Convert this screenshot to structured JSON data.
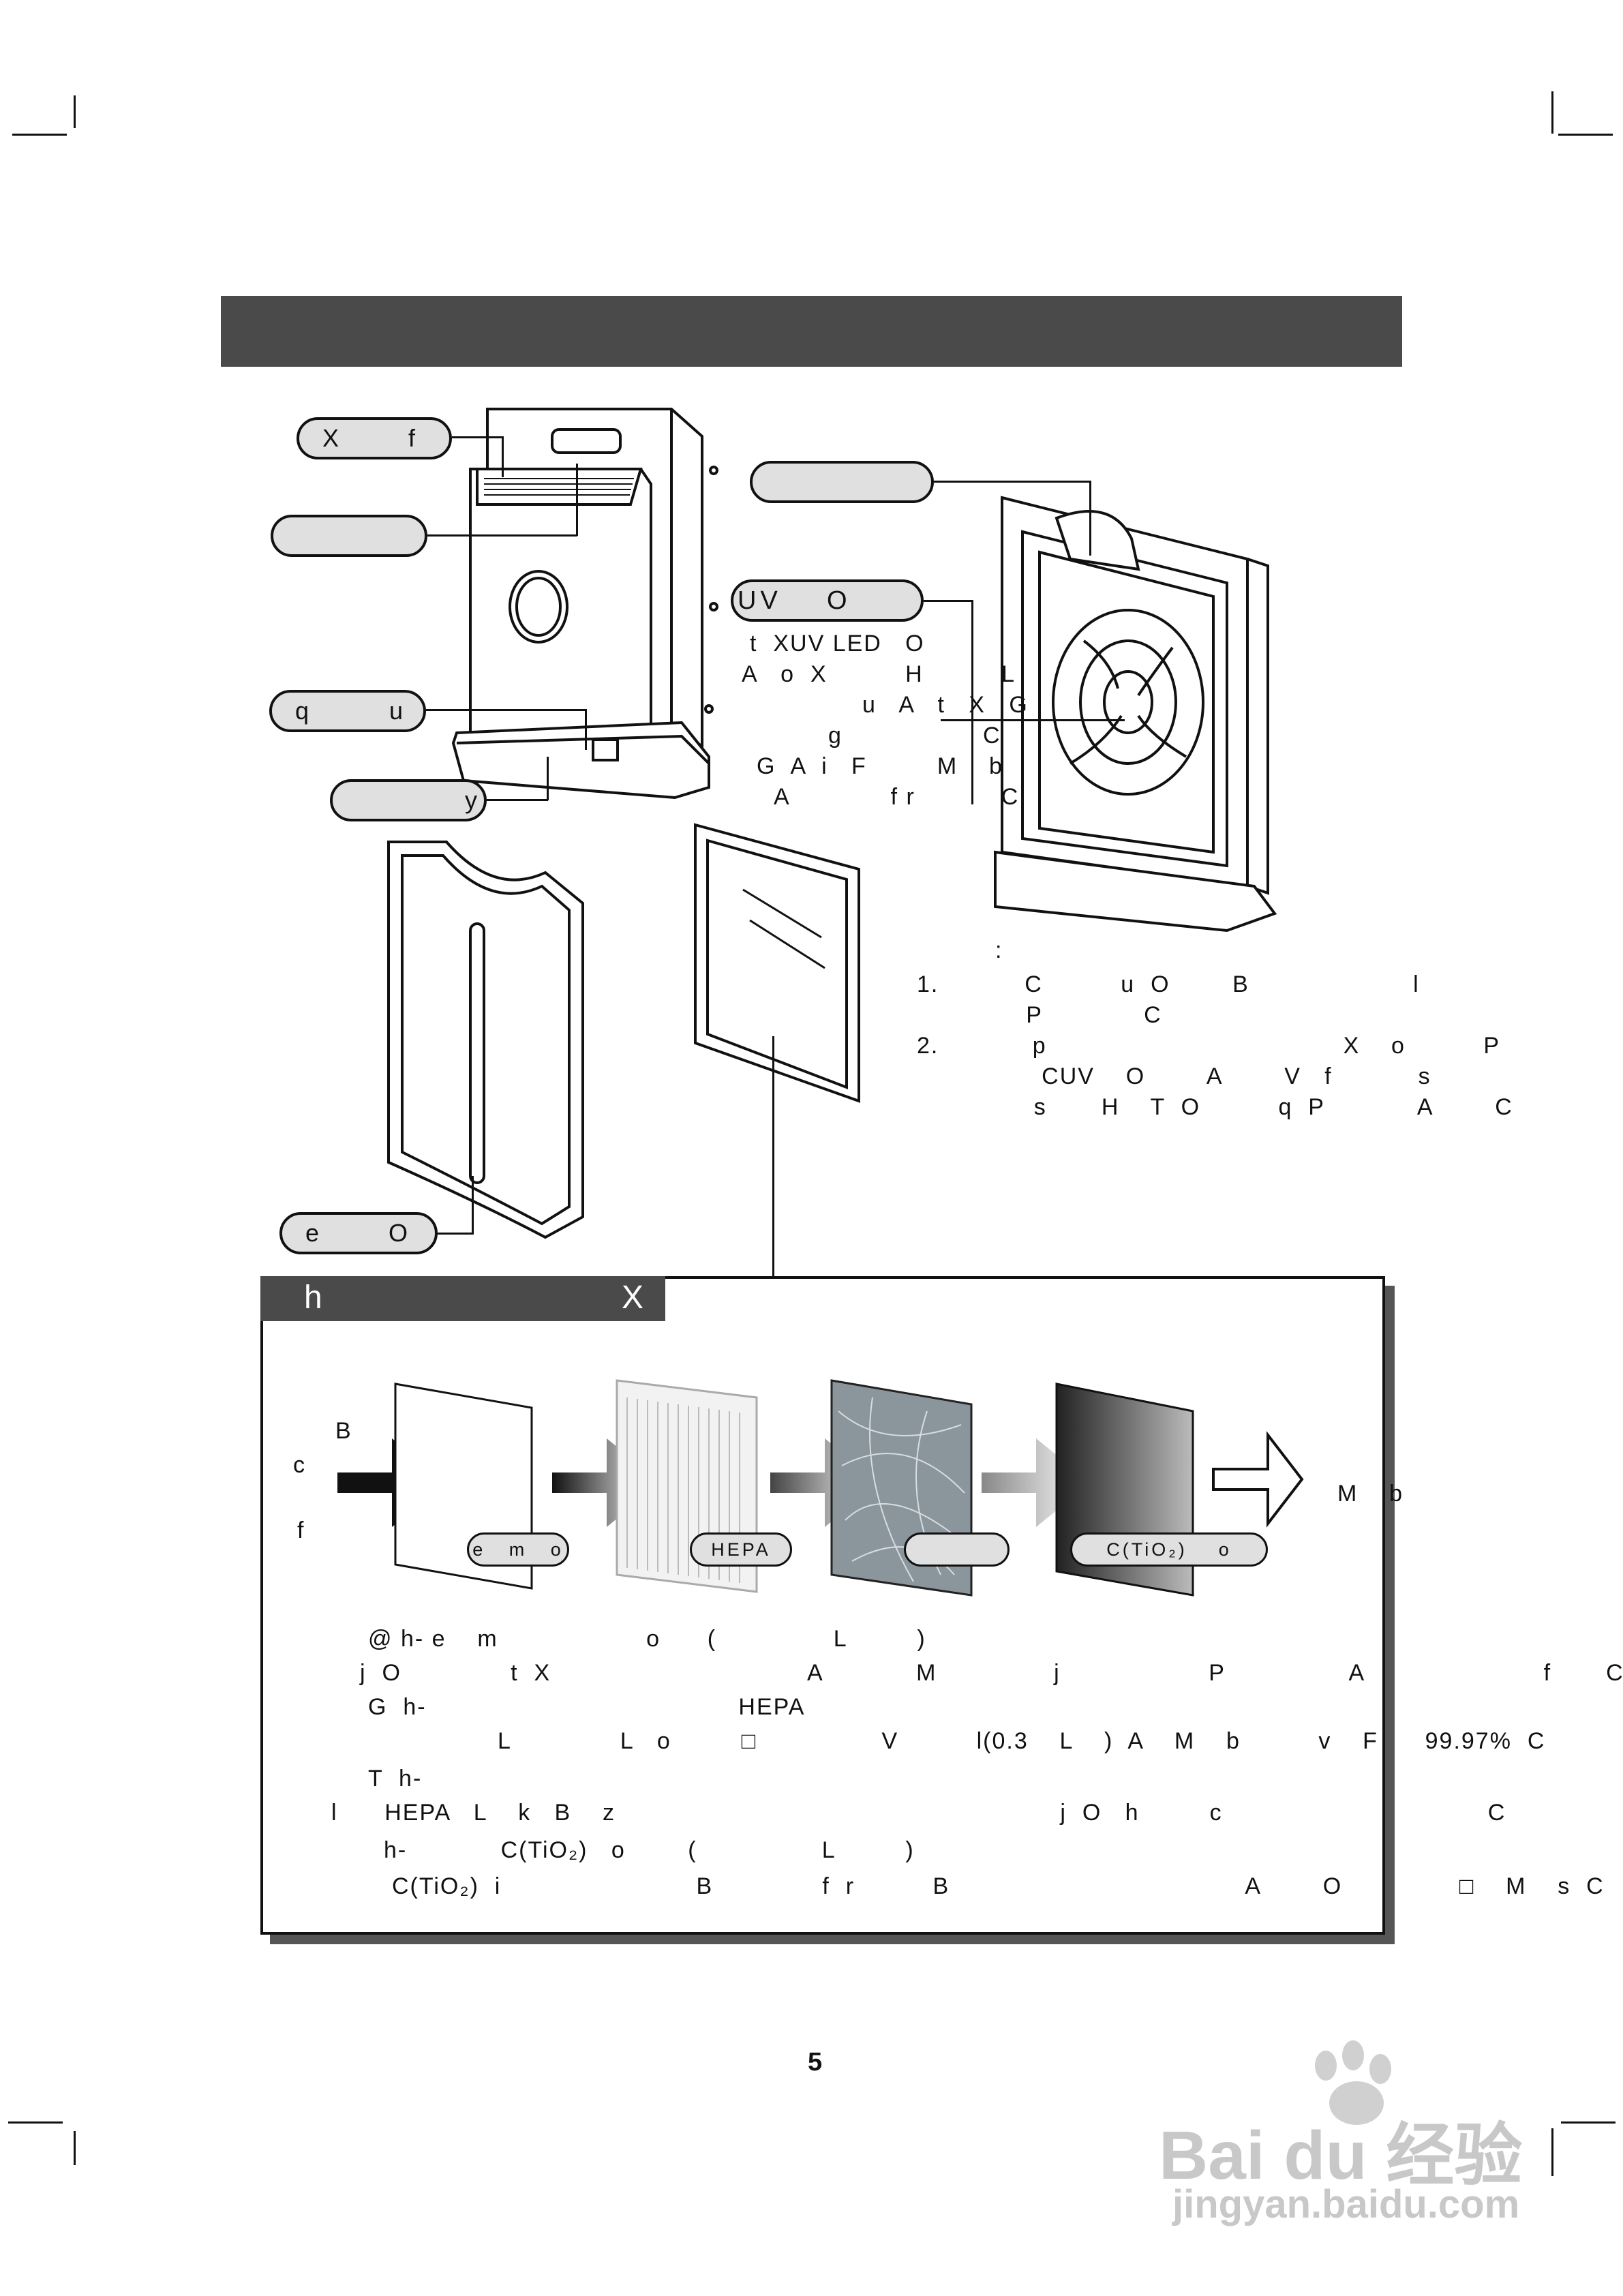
{
  "header": {
    "title": ""
  },
  "labels": {
    "top_left_1": "X      f",
    "top_left_2": "",
    "top_left_3": "q       u",
    "top_left_4": "          y",
    "right_top": "",
    "uv": "UV    O",
    "pre_filter": "e      O"
  },
  "uv_description": [
    "t  XUV LED   O",
    "A   o  X          H          L",
    "u   A   t   X   G",
    "g                  C",
    "G  A  i   F         M    b",
    "A             f r           C"
  ],
  "notes": {
    "heading": ":",
    "items": [
      "1.           C          u  O        B                     l",
      "              P             C",
      "2.            p                                      X    o          P",
      "                CUV    O        A        V   f           s",
      "               s       H    T  O          q  P            A        C"
    ]
  },
  "filter_section": {
    "heading_left": "h",
    "heading_right": "X",
    "side_text": [
      "B",
      "c",
      "f"
    ],
    "output_text": "M    b",
    "filters": [
      "e   m   o",
      "HEPA",
      "",
      "C(TiO₂)    o"
    ]
  },
  "descriptions": [
    "@ h- e    m                   o      (               L         )",
    "j  O              t  X                                 A            M               j                   P                A                       f       C",
    "G  h-                                        HEPA",
    "L              L   o         □                V          l(0.3    L    )  A    M    b          v    F      99.97%  C",
    "T  h-",
    "l      HEPA   L    k   B    z                                                         j  O   h         c                                  C",
    "h-            C(TiO₂)   o        (                L         )",
    "C(TiO₂)  i                         B              f  r          B                                      A        O               □    M    s  C"
  ],
  "page_number": "5",
  "watermark": {
    "brand": "Bai du 经验",
    "url": "jingyan.baidu.com"
  },
  "colors": {
    "header_bar": "#4a4a4a",
    "pill_fill": "#e0e0e0",
    "watermark": "#c8c8c8"
  },
  "icons": [
    "arrow-right-icon",
    "crop-mark-icon",
    "paw-logo-icon"
  ]
}
